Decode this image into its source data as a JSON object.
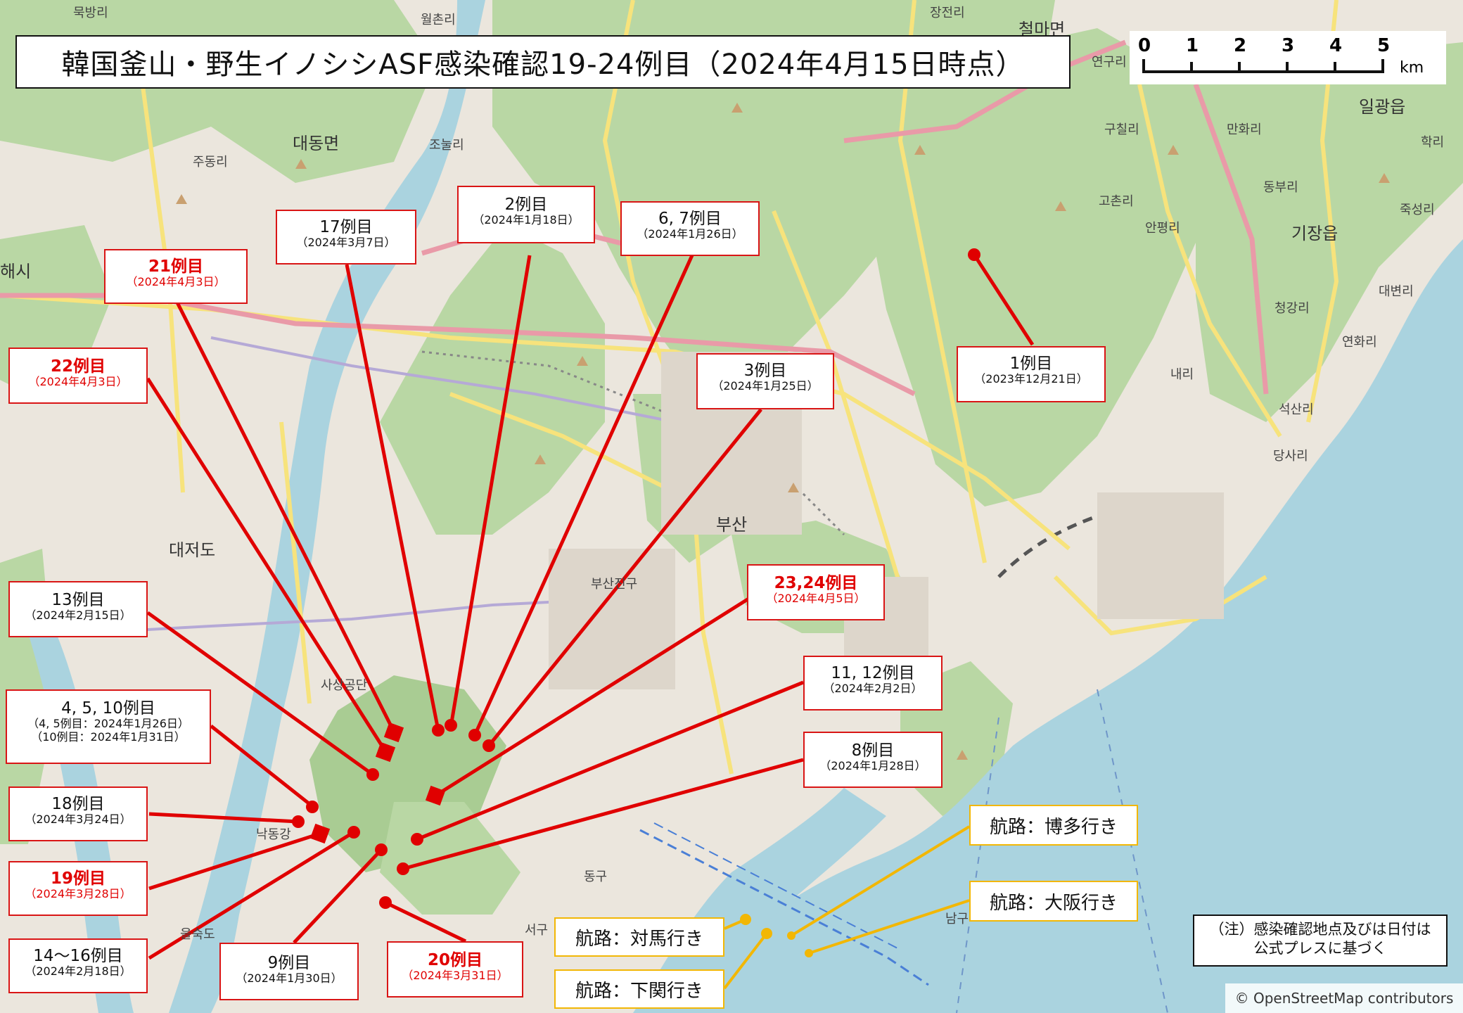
{
  "title": "韓国釜山・野生イノシシASF感染確認19-24例目（2024年4月15日時点）",
  "scale": {
    "ticks": [
      "0",
      "1",
      "2",
      "3",
      "4",
      "5"
    ],
    "unit": "km"
  },
  "note": {
    "line1": "（注）感染確認地点及びは日付は",
    "line2": "公式プレスに基づく"
  },
  "attribution": "© OpenStreetMap contributors",
  "cases": [
    {
      "id": "case-1",
      "label": "1例目",
      "date": "（2023年12月21日）",
      "highlight": false
    },
    {
      "id": "case-2",
      "label": "2例目",
      "date": "（2024年1月18日）",
      "highlight": false
    },
    {
      "id": "case-3",
      "label": "3例目",
      "date": "（2024年1月25日）",
      "highlight": false
    },
    {
      "id": "case-6-7",
      "label": "6, 7例目",
      "date": "（2024年1月26日）",
      "highlight": false
    },
    {
      "id": "case-17",
      "label": "17例目",
      "date": "（2024年3月7日）",
      "highlight": false
    },
    {
      "id": "case-21",
      "label": "21例目",
      "date": "（2024年4月3日）",
      "highlight": true
    },
    {
      "id": "case-22",
      "label": "22例目",
      "date": "（2024年4月3日）",
      "highlight": true
    },
    {
      "id": "case-13",
      "label": "13例目",
      "date": "（2024年2月15日）",
      "highlight": false
    },
    {
      "id": "case-4-5-10",
      "label": "4, 5, 10例目",
      "date": "（4, 5例目：2024年1月26日）",
      "date2": "（10例目：2024年1月31日）",
      "highlight": false
    },
    {
      "id": "case-18",
      "label": "18例目",
      "date": "（2024年3月24日）",
      "highlight": false
    },
    {
      "id": "case-19",
      "label": "19例目",
      "date": "（2024年3月28日）",
      "highlight": true
    },
    {
      "id": "case-14-16",
      "label": "14～16例目",
      "date": "（2024年2月18日）",
      "highlight": false
    },
    {
      "id": "case-9",
      "label": "9例目",
      "date": "（2024年1月30日）",
      "highlight": false
    },
    {
      "id": "case-20",
      "label": "20例目",
      "date": "（2024年3月31日）",
      "highlight": true
    },
    {
      "id": "case-23-24",
      "label": "23,24例目",
      "date": "（2024年4月5日）",
      "highlight": true
    },
    {
      "id": "case-11-12",
      "label": "11, 12例目",
      "date": "（2024年2月2日）",
      "highlight": false
    },
    {
      "id": "case-8",
      "label": "8例目",
      "date": "（2024年1月28日）",
      "highlight": false
    }
  ],
  "routes": [
    {
      "id": "route-hakata",
      "label": "航路：博多行き"
    },
    {
      "id": "route-osaka",
      "label": "航路：大阪行き"
    },
    {
      "id": "route-tsushima",
      "label": "航路：対馬行き"
    },
    {
      "id": "route-shimonoseki",
      "label": "航路：下関行き"
    }
  ],
  "places": {
    "busan": "부산",
    "daejeodo": "대저도",
    "gijang": "기장읍",
    "ilgwang": "일광읍",
    "cheolma": "철마면",
    "daedong": "대동면",
    "jonul": "조눌리",
    "judong": "주동리",
    "euljido": "을숙도",
    "geumgok": "묵방리",
    "wolchon": "월촌리",
    "jangjeon": "장전리",
    "naeri": "내리",
    "gujil": "구칠리",
    "gochon": "고촌리",
    "anpyeong": "안평리",
    "manhwa": "만화리",
    "dongbu": "동부리",
    "jukseong": "죽성리",
    "daebyeon": "대변리",
    "cheonggang": "청강리",
    "yeonhwa": "연화리",
    "seokssan": "석산리",
    "dangsa": "당사리",
    "hakri": "학리",
    "yeongu": "연구리",
    "gimhae": "해시",
    "donggu": "동구",
    "seogu": "서구",
    "sasang": "사상공단",
    "nakdong": "낙동강",
    "namgu": "남구",
    "busanjin": "부산진구"
  },
  "colors": {
    "case_red": "#e00000",
    "route_yellow": "#f2b705",
    "forest": "#b9d7a4",
    "sea": "#aad3df",
    "road": "#f7e37c"
  }
}
